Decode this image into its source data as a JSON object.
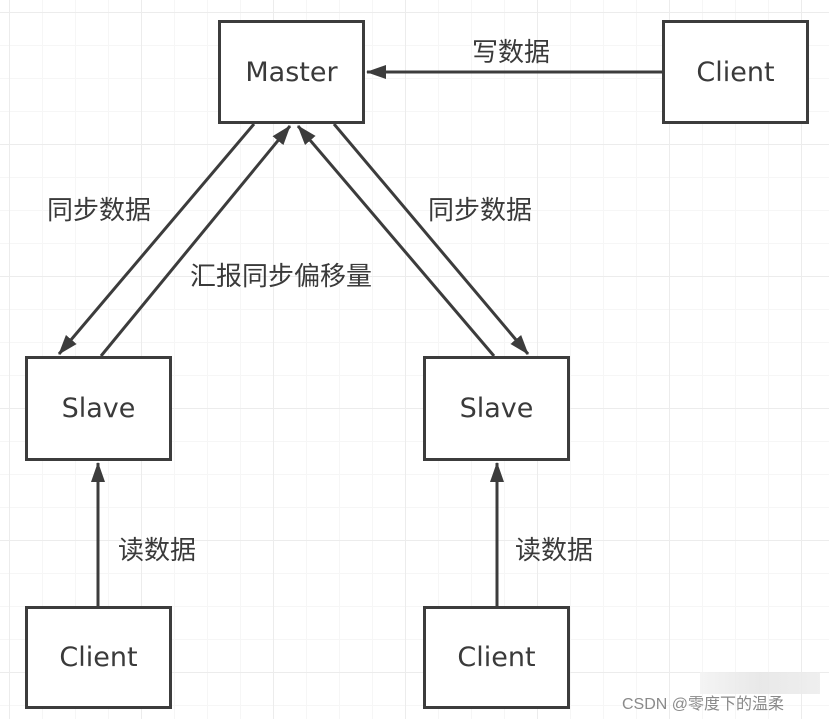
{
  "diagram": {
    "nodes": {
      "master": "Master",
      "client_top": "Client",
      "slave_left": "Slave",
      "slave_right": "Slave",
      "client_bottom_left": "Client",
      "client_bottom_right": "Client"
    },
    "edges": [
      {
        "from": "client_top",
        "to": "master",
        "label": "写数据"
      },
      {
        "from": "master",
        "to": "slave_left",
        "label": "同步数据"
      },
      {
        "from": "slave_left",
        "to": "master",
        "label": "汇报同步偏移量"
      },
      {
        "from": "master",
        "to": "slave_right",
        "label": "同步数据"
      },
      {
        "from": "slave_right",
        "to": "master",
        "label": ""
      },
      {
        "from": "client_bottom_left",
        "to": "slave_left",
        "label": "读数据"
      },
      {
        "from": "client_bottom_right",
        "to": "slave_right",
        "label": "读数据"
      }
    ],
    "colors": {
      "stroke": "#3c3c3c",
      "text": "#3a3a3a",
      "grid": "#ececec"
    }
  },
  "watermark": "CSDN @零度下的温柔"
}
